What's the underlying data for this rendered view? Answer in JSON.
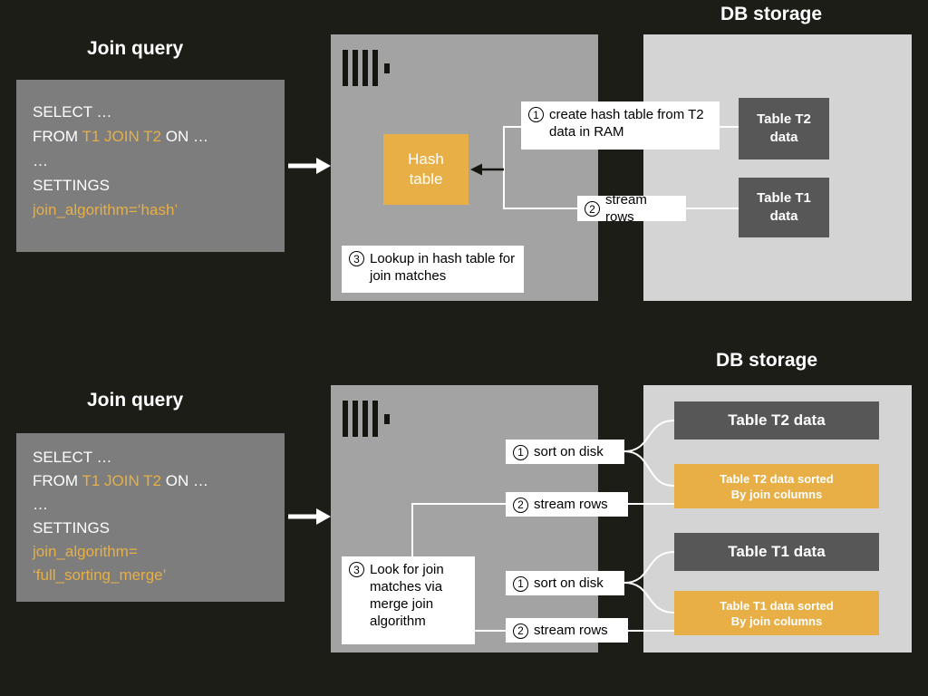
{
  "colors": {
    "background": "#1d1d17",
    "query_box": "#7d7d7d",
    "server_box": "#a3a3a3",
    "db_storage_box": "#d4d4d4",
    "table_dark": "#575757",
    "accent_orange": "#e7af45",
    "label_background": "#ffffff",
    "text_light": "#ffffff",
    "text_dark": "#000000"
  },
  "diagram1": {
    "db_storage_title": "DB storage",
    "join_query_title": "Join query",
    "query": {
      "line1": "SELECT …",
      "from_prefix": "FROM ",
      "from_accent": "T1 JOIN T2",
      "from_suffix": " ON …",
      "ellipsis": "…",
      "settings": "SETTINGS",
      "algorithm": "join_algorithm=‘hash’"
    },
    "hash_table_label": "Hash table",
    "steps": {
      "s1_num": "1",
      "s1_text": "create hash table from T2 data in RAM",
      "s2_num": "2",
      "s2_text": "stream rows",
      "s3_num": "3",
      "s3_text": "Lookup in hash table for join matches"
    },
    "tables": {
      "t2": "Table T2 data",
      "t1": "Table T1 data"
    }
  },
  "diagram2": {
    "db_storage_title": "DB storage",
    "join_query_title": "Join query",
    "query": {
      "line1": "SELECT …",
      "from_prefix": "FROM ",
      "from_accent": "T1 JOIN T2",
      "from_suffix": " ON …",
      "ellipsis": "…",
      "settings": "SETTINGS",
      "algorithm_line1": "join_algorithm=",
      "algorithm_line2": "‘full_sorting_merge’"
    },
    "steps": {
      "sort_t2_num": "1",
      "sort_t2_text": "sort on disk",
      "stream_t2_num": "2",
      "stream_t2_text": "stream rows",
      "merge_num": "3",
      "merge_text": "Look for join matches via merge join algorithm",
      "sort_t1_num": "1",
      "sort_t1_text": "sort on disk",
      "stream_t1_num": "2",
      "stream_t1_text": "stream rows"
    },
    "tables": {
      "t2": "Table T2 data",
      "t2_sorted_line1": "Table T2 data sorted",
      "t2_sorted_line2": "By join columns",
      "t1": "Table T1 data",
      "t1_sorted_line1": "Table T1 data sorted",
      "t1_sorted_line2": "By join columns"
    }
  }
}
